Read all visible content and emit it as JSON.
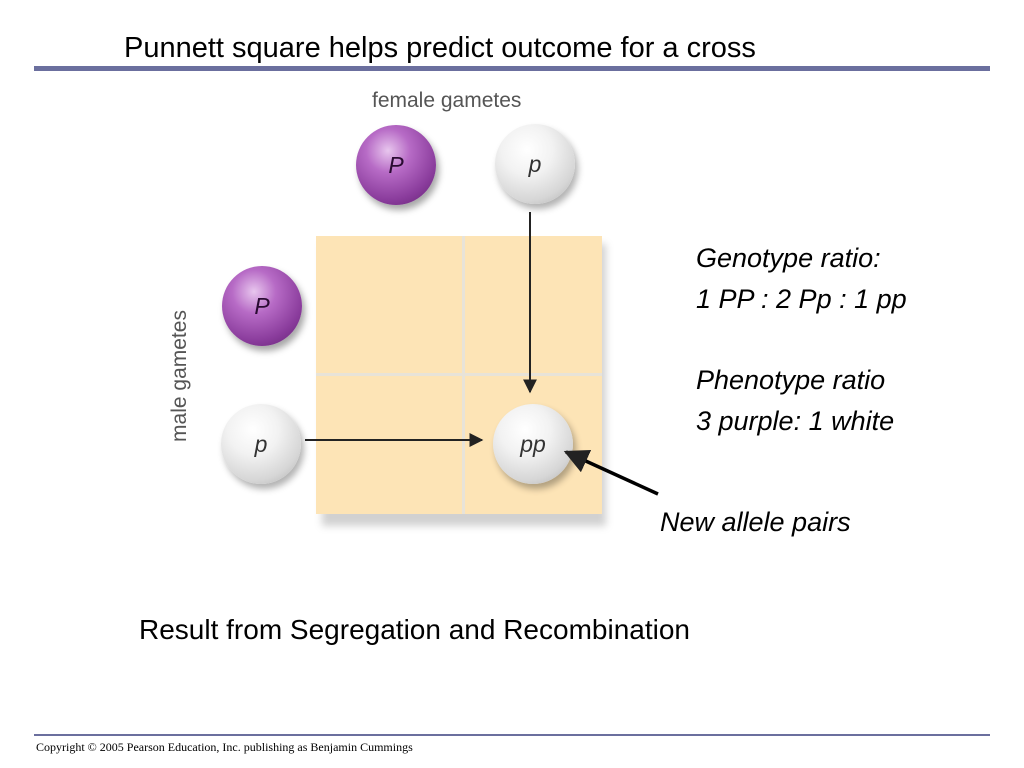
{
  "slide": {
    "title": "Punnett square helps predict outcome for a cross",
    "result_text": "Result from Segregation and Recombination",
    "copyright": "Copyright © 2005 Pearson Education, Inc. publishing as Benjamin Cummings"
  },
  "diagram": {
    "female_label": "female gametes",
    "male_label": "male gametes",
    "female_gametes": [
      "P",
      "p"
    ],
    "male_gametes": [
      "P",
      "p"
    ],
    "offspring_shown": "pp",
    "colors": {
      "purple_allele": "#8a3c9c",
      "white_allele": "#d6d6d6",
      "grid_fill": "#fde4b6",
      "rule": "#6b6f9e"
    }
  },
  "ratios": {
    "genotype_title": "Genotype ratio:",
    "genotype_value": "1 PP : 2 Pp : 1 pp",
    "phenotype_title": "Phenotype ratio",
    "phenotype_value": "3 purple: 1 white"
  },
  "annotation": {
    "new_pairs": "New allele pairs"
  }
}
